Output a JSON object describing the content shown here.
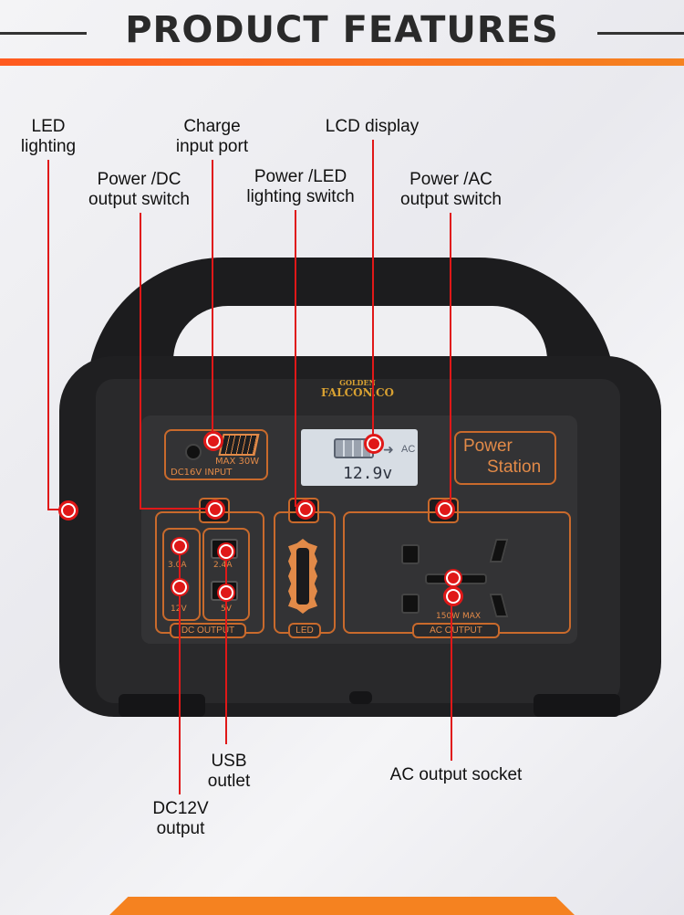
{
  "header": {
    "title": "PRODUCT FEATURES"
  },
  "labels": {
    "led_lighting": "LED\nlighting",
    "charge_input": "Charge\ninput port",
    "lcd_display": "LCD display",
    "power_dc": "Power /DC\noutput switch",
    "power_led": "Power /LED\nlighting switch",
    "power_ac": "Power /AC\noutput switch",
    "usb_outlet": "USB\noutlet",
    "ac_socket": "AC output socket",
    "dc12v": "DC12V\noutput"
  },
  "device": {
    "brand_top": "GOLDEN",
    "brand": "FALCON.CO",
    "input_label": "DC16V  INPUT",
    "input_rating": "MAX  30W",
    "lcd_ac": "AC",
    "lcd_voltage": "12.9v",
    "power_station_1": "Power",
    "power_station_2": "Station",
    "dc_amp": "3.0A",
    "usb_amp": "2.4A",
    "dc_volt": "12V",
    "usb_volt": "5V",
    "dc_output": "DC  OUTPUT",
    "led": "LED",
    "ac_max": "150W  MAX",
    "ac_output": "AC  OUTPUT"
  },
  "colors": {
    "accent": "#f58220",
    "callout": "#e01818",
    "device_body": "#1f1f21",
    "trim": "#c96a2c"
  }
}
